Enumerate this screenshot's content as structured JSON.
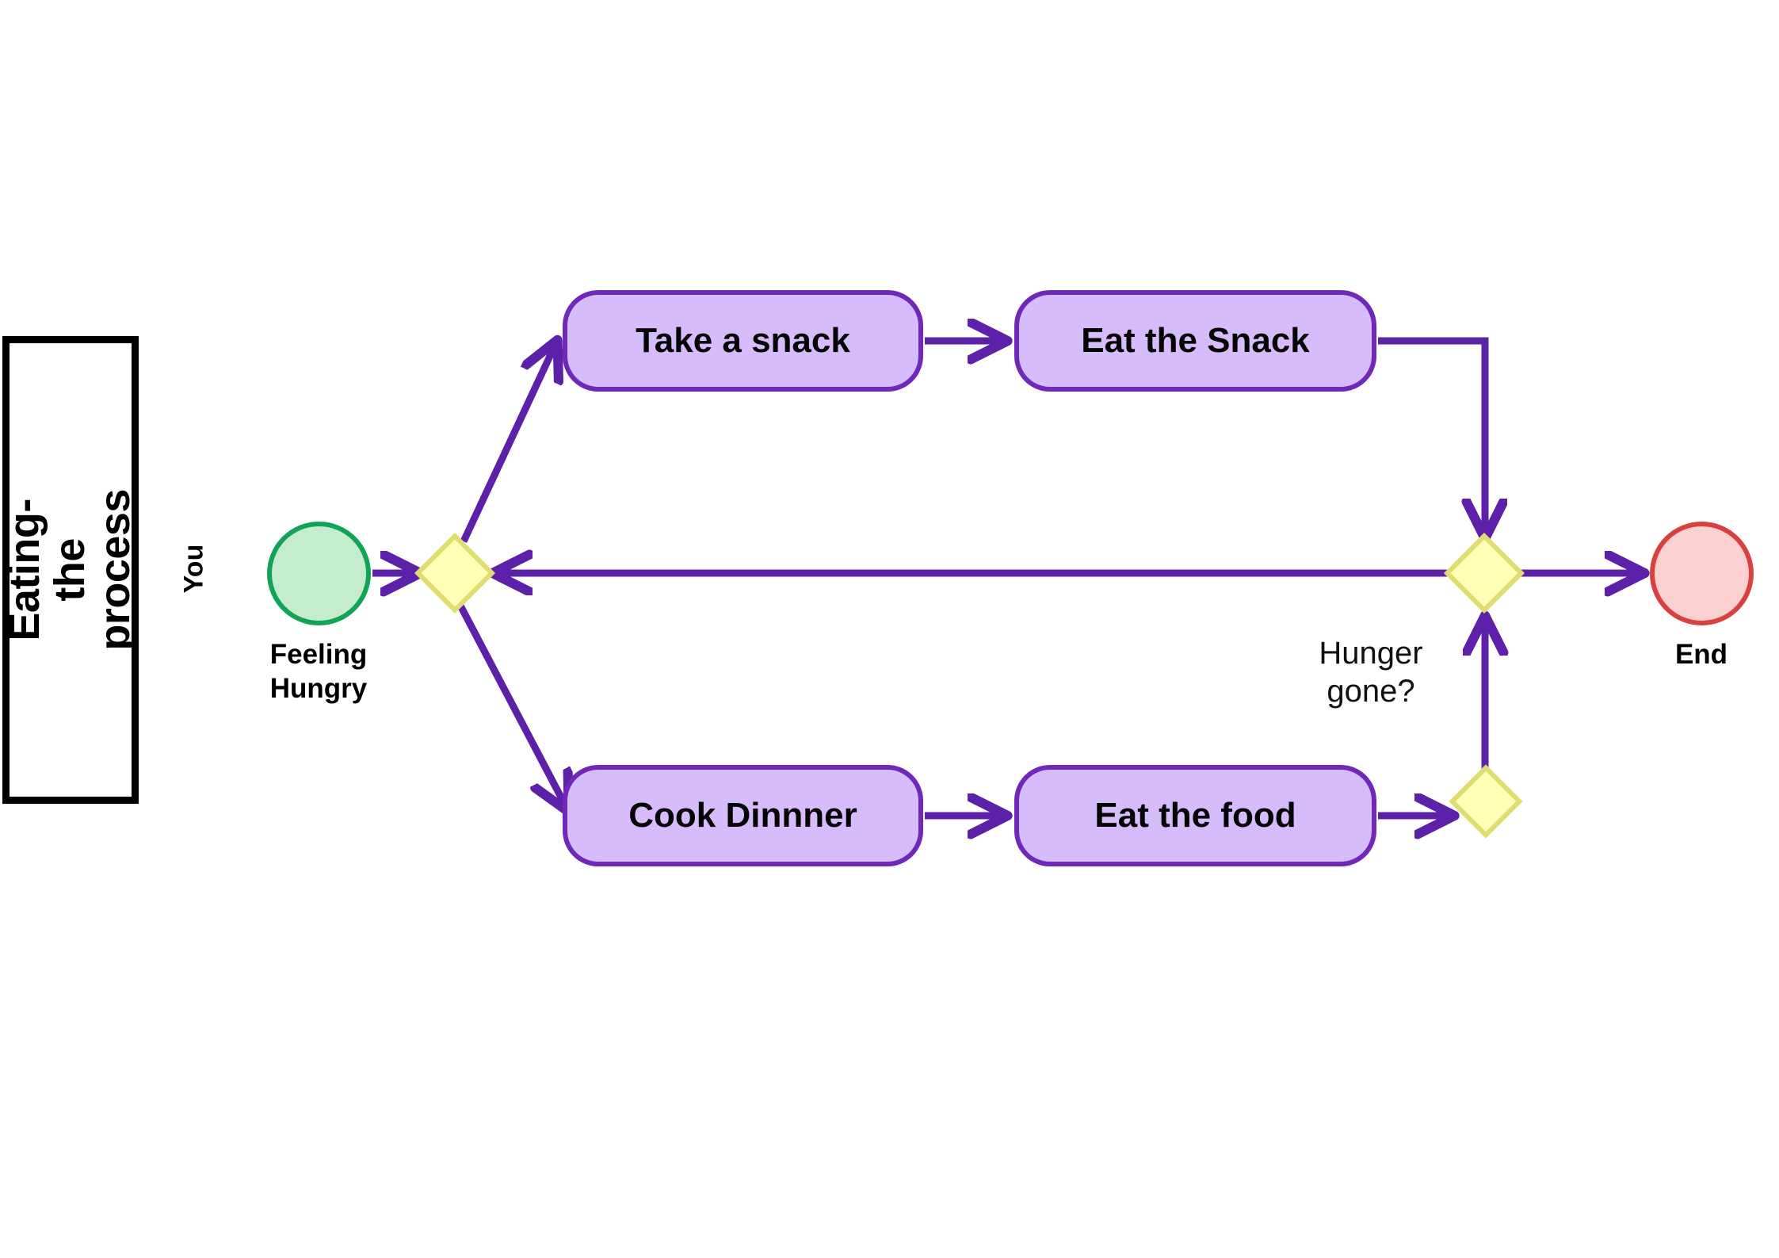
{
  "diagram": {
    "title": "Eating- the\nprocess",
    "lane_actor": "You",
    "type": "flowchart"
  },
  "colors": {
    "edge": "#5c21a8",
    "box_fill": "#d6bcfa",
    "box_border": "#7028b8",
    "diamond_fill": "#ffffb5",
    "diamond_border": "#dede70",
    "start_fill": "#c6ecce",
    "start_border": "#11a457",
    "end_fill": "#fbd0d0",
    "end_border": "#d8413f",
    "lane_border": "#000000",
    "text": "#000000",
    "background": "#ffffff"
  },
  "nodes": {
    "start": {
      "label": "Feeling\nHungry",
      "shape": "circle"
    },
    "split_gateway": {
      "label": "",
      "shape": "diamond"
    },
    "take_snack": {
      "label": "Take a snack",
      "shape": "rounded-rect"
    },
    "eat_snack": {
      "label": "Eat the Snack",
      "shape": "rounded-rect"
    },
    "cook_dinner": {
      "label": "Cook Dinnner",
      "shape": "rounded-rect"
    },
    "eat_food": {
      "label": "Eat the food",
      "shape": "rounded-rect"
    },
    "check_gateway": {
      "label": "",
      "shape": "diamond"
    },
    "merge_gateway": {
      "label": "",
      "shape": "diamond"
    },
    "end": {
      "label": "End",
      "shape": "circle"
    }
  },
  "edges": [
    {
      "from": "start",
      "to": "split_gateway",
      "label": ""
    },
    {
      "from": "split_gateway",
      "to": "take_snack",
      "label": ""
    },
    {
      "from": "take_snack",
      "to": "eat_snack",
      "label": ""
    },
    {
      "from": "eat_snack",
      "to": "merge_gateway",
      "label": ""
    },
    {
      "from": "split_gateway",
      "to": "cook_dinner",
      "label": ""
    },
    {
      "from": "cook_dinner",
      "to": "eat_food",
      "label": ""
    },
    {
      "from": "eat_food",
      "to": "check_gateway",
      "label": ""
    },
    {
      "from": "check_gateway",
      "to": "merge_gateway",
      "label": "Hunger\ngone?"
    },
    {
      "from": "merge_gateway",
      "to": "split_gateway",
      "label": ""
    },
    {
      "from": "merge_gateway",
      "to": "end",
      "label": ""
    }
  ],
  "edge_labels": {
    "hunger_gone": "Hunger\ngone?"
  }
}
